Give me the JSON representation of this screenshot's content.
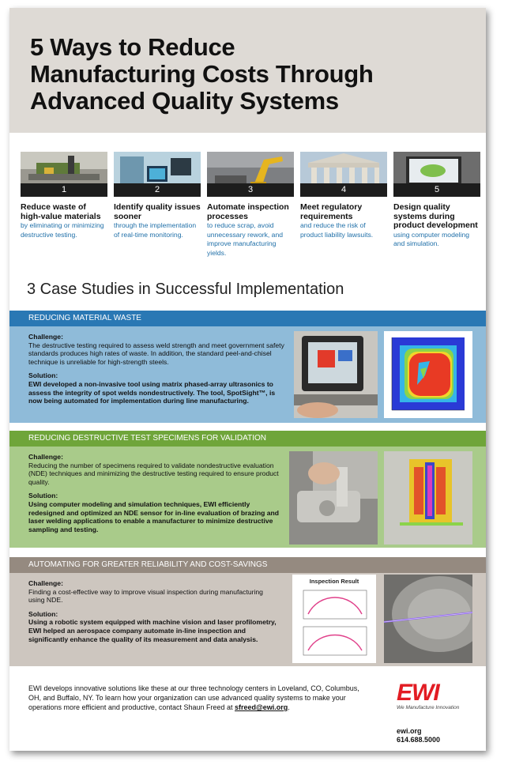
{
  "title": {
    "line1": "5 Ways to Reduce",
    "line2": "Manufacturing Costs Through",
    "line3": "Advanced Quality Systems"
  },
  "ways": [
    {
      "num": "1",
      "title": "Reduce waste of high-value materials",
      "desc": "by eliminating or minimizing destructive testing."
    },
    {
      "num": "2",
      "title": "Identify quality issues sooner",
      "desc": "through the implementation of real-time monitoring."
    },
    {
      "num": "3",
      "title": "Automate inspection processes",
      "desc": "to reduce scrap, avoid unnecessary rework, and improve manufacturing yields."
    },
    {
      "num": "4",
      "title": "Meet regulatory requirements",
      "desc": "and reduce the risk of product liability lawsuits."
    },
    {
      "num": "5",
      "title": "Design quality systems during product development",
      "desc": "using computer modeling and simulation."
    }
  ],
  "case_heading": "3 Case Studies in Successful Implementation",
  "cases": [
    {
      "bar": "Reducing Material Waste",
      "challenge_label": "Challenge:",
      "challenge": "The destructive testing required to assess weld strength and meet government safety standards produces high rates of waste. In addition, the standard peel-and-chisel technique is unreliable for high-strength steels.",
      "solution_label": "Solution:",
      "solution": "EWI developed a non-invasive tool using matrix phased-array ultrasonics to assess the integrity of spot welds nondestructively. The tool, SpotSight™, is now being automated for implementation during line manufacturing.",
      "bar_color": "#2a78b4",
      "body_color": "#8fbbd9"
    },
    {
      "bar": "Reducing Destructive Test Specimens for Validation",
      "challenge_label": "Challenge:",
      "challenge": "Reducing the number of specimens required to validate nondestructive evaluation (NDE) techniques and minimizing the destructive testing required to ensure product quality.",
      "solution_label": "Solution:",
      "solution": "Using computer modeling and simulation techniques, EWI efficiently redesigned and optimized an NDE sensor for in-line evaluation of brazing and laser welding applications to enable a manufacturer to minimize destructive sampling and testing.",
      "bar_color": "#6fa53a",
      "body_color": "#a9cb8a"
    },
    {
      "bar": "Automating for Greater Reliability and Cost-Savings",
      "challenge_label": "Challenge:",
      "challenge": "Finding a cost-effective way to improve visual inspection during manufacturing using NDE.",
      "solution_label": "Solution:",
      "solution": "Using a robotic system equipped with machine vision and laser profilometry, EWI helped an aerospace company automate in-line inspection and significantly enhance the quality of its measurement and data analysis.",
      "bar_color": "#958a80",
      "body_color": "#cdc6bf"
    }
  ],
  "inspection_result": "Inspection Result",
  "footer": {
    "text": "EWI develops innovative solutions like these at our three technology centers in Loveland, CO, Columbus, OH, and Buffalo, NY. To learn how your organization can use advanced quality systems to make your operations more efficient and productive, contact Shaun Freed at",
    "email": "sfreed@ewi.org",
    "end": "."
  },
  "logo": {
    "text": "EWI",
    "tagline": "We Manufacture Innovation"
  },
  "contact": {
    "web": "ewi.org",
    "phone": "614.688.5000"
  },
  "colors": {
    "brand_red": "#e21c23",
    "link_blue": "#1f6fa8"
  }
}
